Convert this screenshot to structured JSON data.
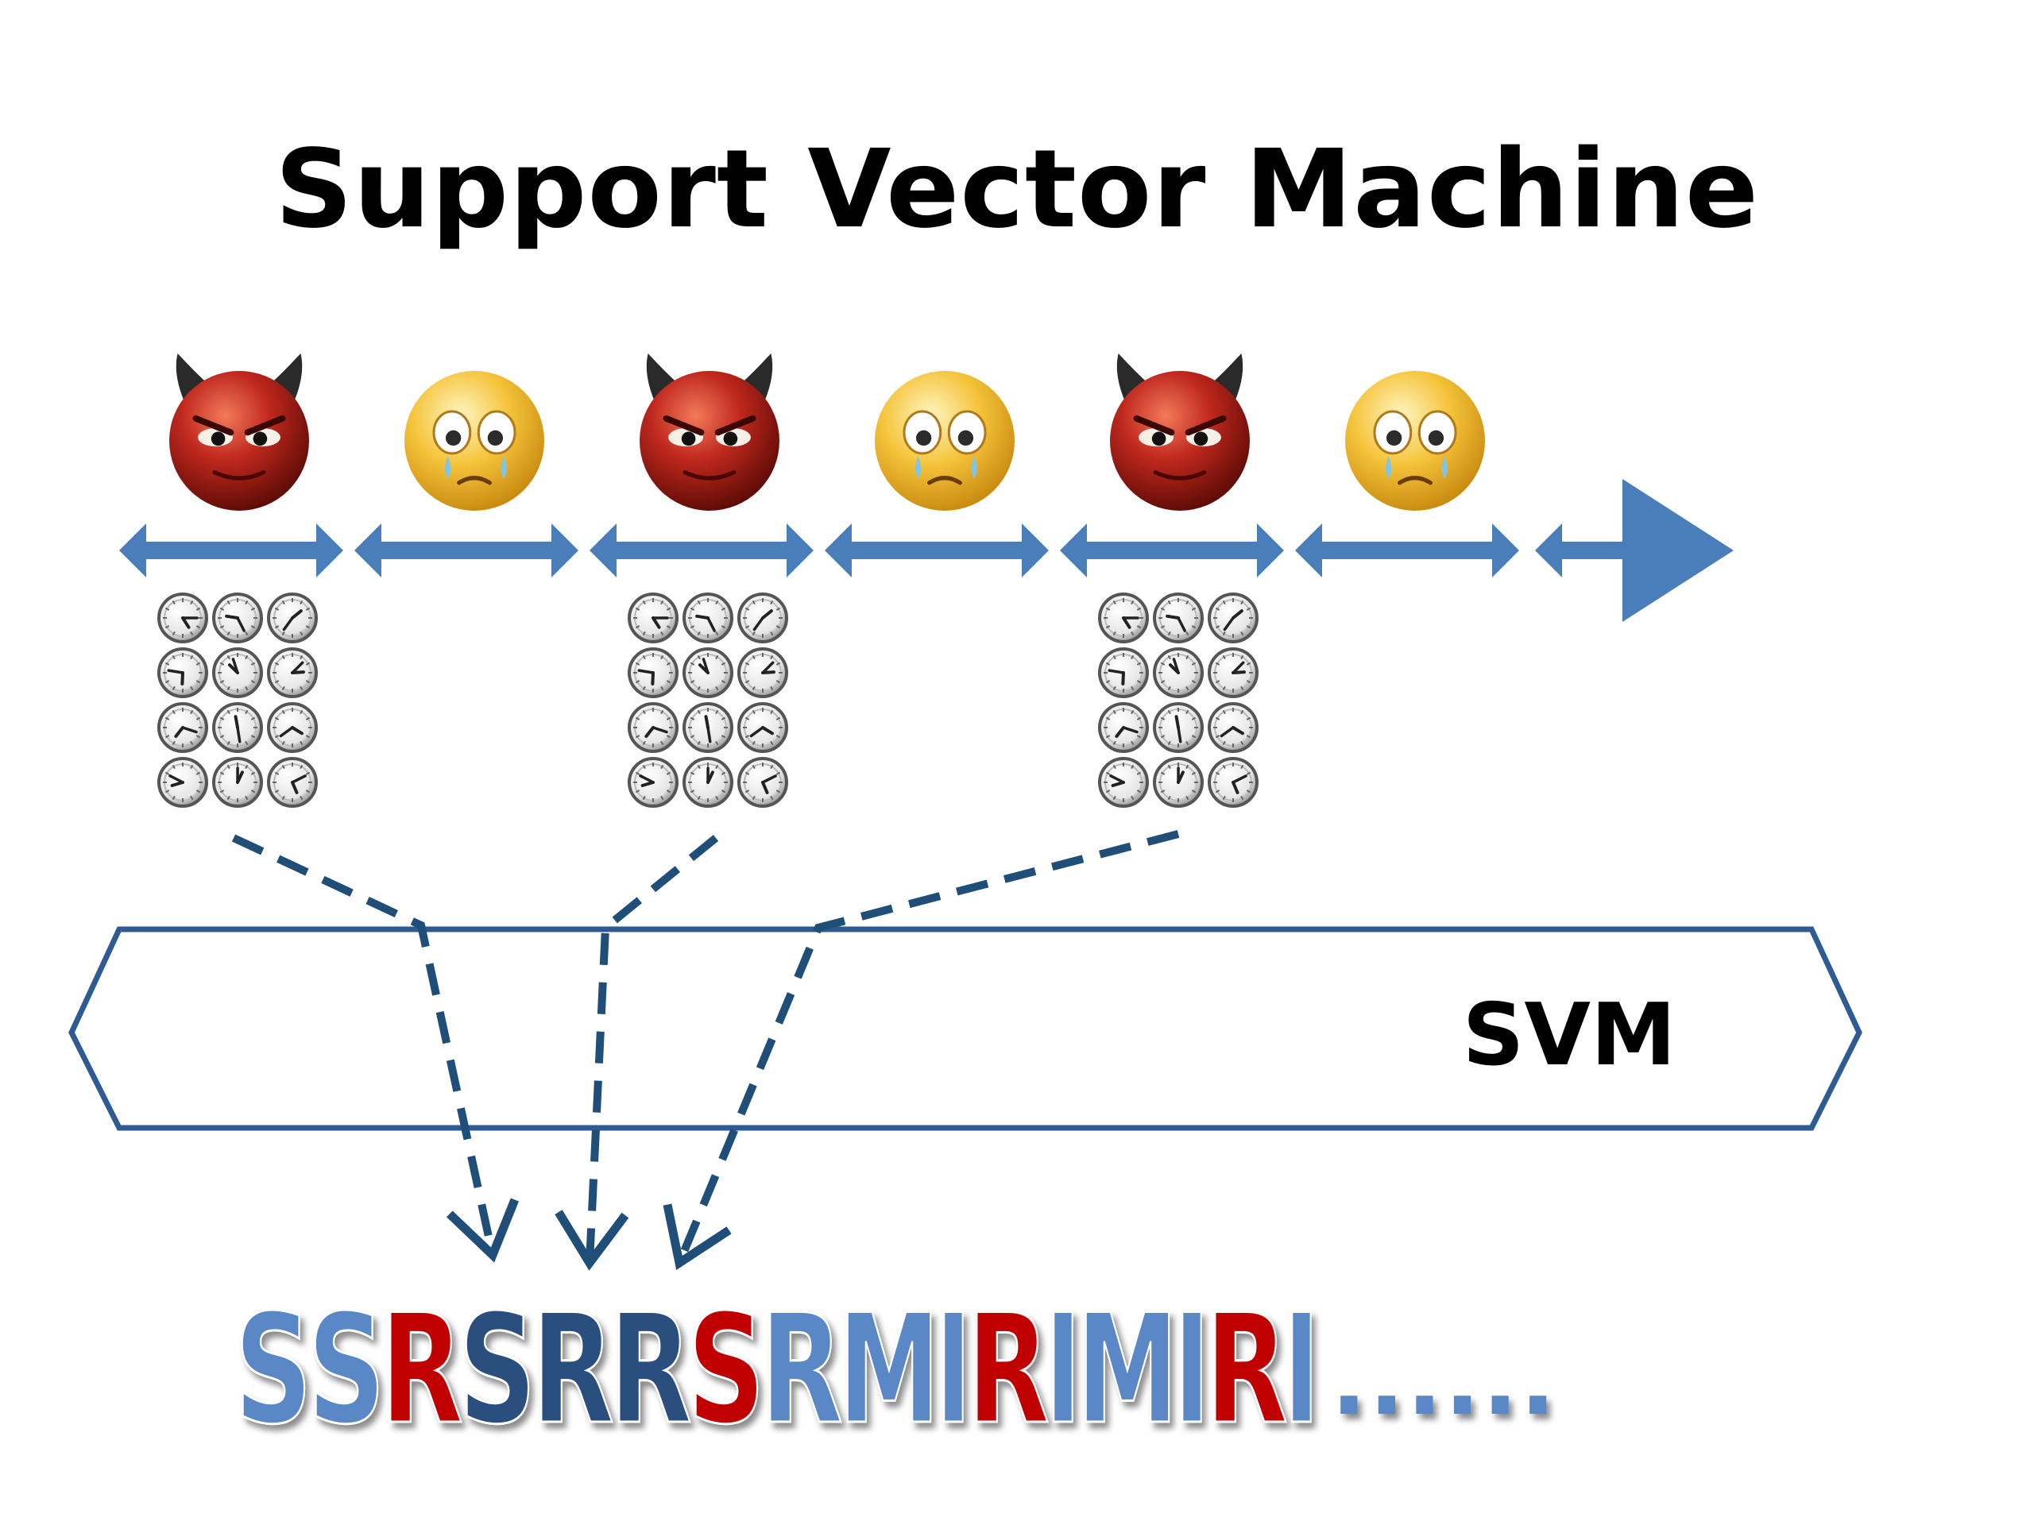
{
  "slide": {
    "title": "Support Vector Machine",
    "classifier_label": "SVM",
    "trailing_dots": "......"
  },
  "colors": {
    "timeline_blue": "#4a7ebb",
    "dash_blue": "#1f4e79",
    "letter_blue_light": "#5a87c6",
    "letter_blue_dark": "#2c4f7f",
    "letter_red": "#c00000",
    "devil_red": "#c0281e",
    "cry_yellow": "#f5c43a"
  },
  "timeline": {
    "segments": [
      {
        "face": "devil-icon",
        "has_clock_grid": true
      },
      {
        "face": "crying-icon",
        "has_clock_grid": false
      },
      {
        "face": "devil-icon",
        "has_clock_grid": true
      },
      {
        "face": "crying-icon",
        "has_clock_grid": false
      },
      {
        "face": "devil-icon",
        "has_clock_grid": true
      },
      {
        "face": "crying-icon",
        "has_clock_grid": false
      }
    ],
    "clock_grid": {
      "rows": 4,
      "cols": 3
    }
  },
  "sequence": [
    {
      "char": "S",
      "color": "blue-light"
    },
    {
      "char": "S",
      "color": "blue-light"
    },
    {
      "char": "R",
      "color": "red"
    },
    {
      "char": "S",
      "color": "blue-dark"
    },
    {
      "char": "R",
      "color": "blue-dark"
    },
    {
      "char": "R",
      "color": "blue-dark"
    },
    {
      "char": "S",
      "color": "red"
    },
    {
      "char": "R",
      "color": "blue-light"
    },
    {
      "char": "M",
      "color": "blue-light"
    },
    {
      "char": "I",
      "color": "blue-light"
    },
    {
      "char": "R",
      "color": "red"
    },
    {
      "char": "I",
      "color": "blue-light"
    },
    {
      "char": "M",
      "color": "blue-light"
    },
    {
      "char": "I",
      "color": "blue-light"
    },
    {
      "char": "R",
      "color": "red"
    },
    {
      "char": "I",
      "color": "blue-light"
    }
  ]
}
